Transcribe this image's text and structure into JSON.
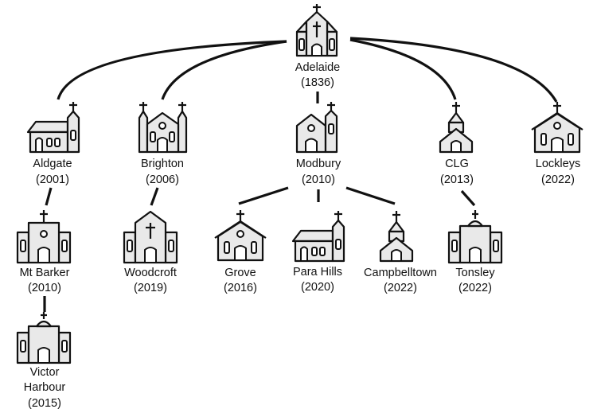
{
  "nodes": [
    {
      "id": "adelaide",
      "name": "Adelaide",
      "year": "(1836)",
      "icon": "cathedral-icon"
    },
    {
      "id": "aldgate",
      "name": "Aldgate",
      "year": "(2001)",
      "icon": "chapel-icon"
    },
    {
      "id": "brighton",
      "name": "Brighton",
      "year": "(2006)",
      "icon": "twin-tower-church-icon"
    },
    {
      "id": "modbury",
      "name": "Modbury",
      "year": "(2010)",
      "icon": "tower-church-icon"
    },
    {
      "id": "clg",
      "name": "CLG",
      "year": "(2013)",
      "icon": "steeple-church-icon"
    },
    {
      "id": "lockleys",
      "name": "Lockleys",
      "year": "(2022)",
      "icon": "gable-church-icon"
    },
    {
      "id": "mt-barker",
      "name": "Mt Barker",
      "year": "(2010)",
      "icon": "grand-church-icon"
    },
    {
      "id": "victor-harbour",
      "name": "Victor",
      "name2": "Harbour",
      "year": "(2015)",
      "icon": "grand-church-icon"
    },
    {
      "id": "woodcroft",
      "name": "Woodcroft",
      "year": "(2019)",
      "icon": "cathedral-icon"
    },
    {
      "id": "grove",
      "name": "Grove",
      "year": "(2016)",
      "icon": "gable-church-icon"
    },
    {
      "id": "para-hills",
      "name": "Para Hills",
      "year": "(2020)",
      "icon": "chapel-icon"
    },
    {
      "id": "campbelltown",
      "name": "Campbelltown",
      "year": "(2022)",
      "icon": "steeple-church-icon"
    },
    {
      "id": "tonsley",
      "name": "Tonsley",
      "year": "(2022)",
      "icon": "grand-church-icon"
    }
  ],
  "edges": [
    [
      "adelaide",
      "aldgate"
    ],
    [
      "adelaide",
      "brighton"
    ],
    [
      "adelaide",
      "modbury"
    ],
    [
      "adelaide",
      "clg"
    ],
    [
      "adelaide",
      "lockleys"
    ],
    [
      "aldgate",
      "mt-barker"
    ],
    [
      "mt-barker",
      "victor-harbour"
    ],
    [
      "brighton",
      "woodcroft"
    ],
    [
      "modbury",
      "grove"
    ],
    [
      "modbury",
      "para-hills"
    ],
    [
      "modbury",
      "campbelltown"
    ],
    [
      "clg",
      "tonsley"
    ]
  ]
}
